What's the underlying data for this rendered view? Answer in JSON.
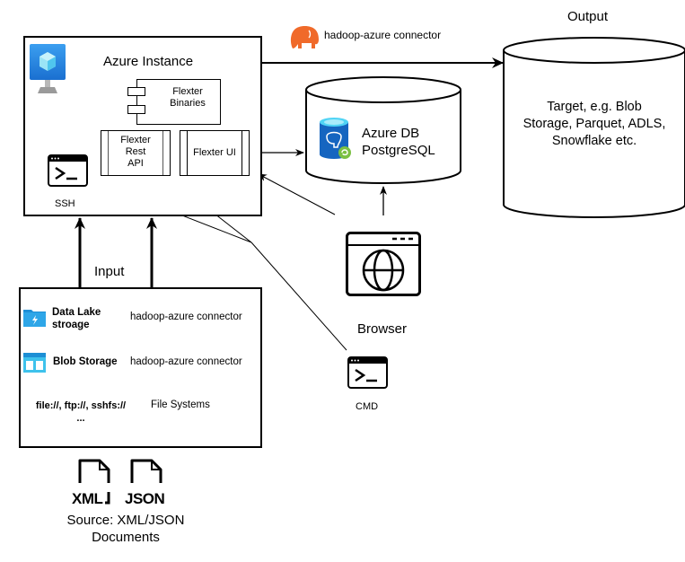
{
  "azure_instance": {
    "title": "Azure Instance",
    "components": {
      "binaries": "Flexter\nBinaries",
      "rest_api": "Flexter\nRest\nAPI",
      "ui": "Flexter UI"
    },
    "ssh_label": "SSH"
  },
  "connector_top": {
    "label": "hadoop-azure connector",
    "icon": "hadoop-elephant-icon"
  },
  "database": {
    "line1": "Azure DB",
    "line2": "PostgreSQL",
    "icon": "azure-postgresql-icon"
  },
  "output": {
    "title": "Output",
    "text": "Target, e.g. Blob\nStorage, Parquet, ADLS,\nSnowflake etc."
  },
  "input": {
    "title": "Input",
    "sources": [
      {
        "name": "Data Lake\nstroage",
        "connector": "hadoop-azure connector",
        "icon": "data-lake-icon"
      },
      {
        "name": "Blob Storage",
        "connector": "hadoop-azure connector",
        "icon": "blob-storage-icon"
      },
      {
        "name": "file://, ftp://, sshfs://\n...",
        "connector": "File Systems",
        "icon": ""
      }
    ]
  },
  "browser": {
    "label": "Browser",
    "icon": "browser-globe-icon"
  },
  "cmd": {
    "label": "CMD",
    "icon": "terminal-icon"
  },
  "source": {
    "xml_label": "XML",
    "json_label": "JSON",
    "caption": "Source: XML/JSON\nDocuments"
  }
}
